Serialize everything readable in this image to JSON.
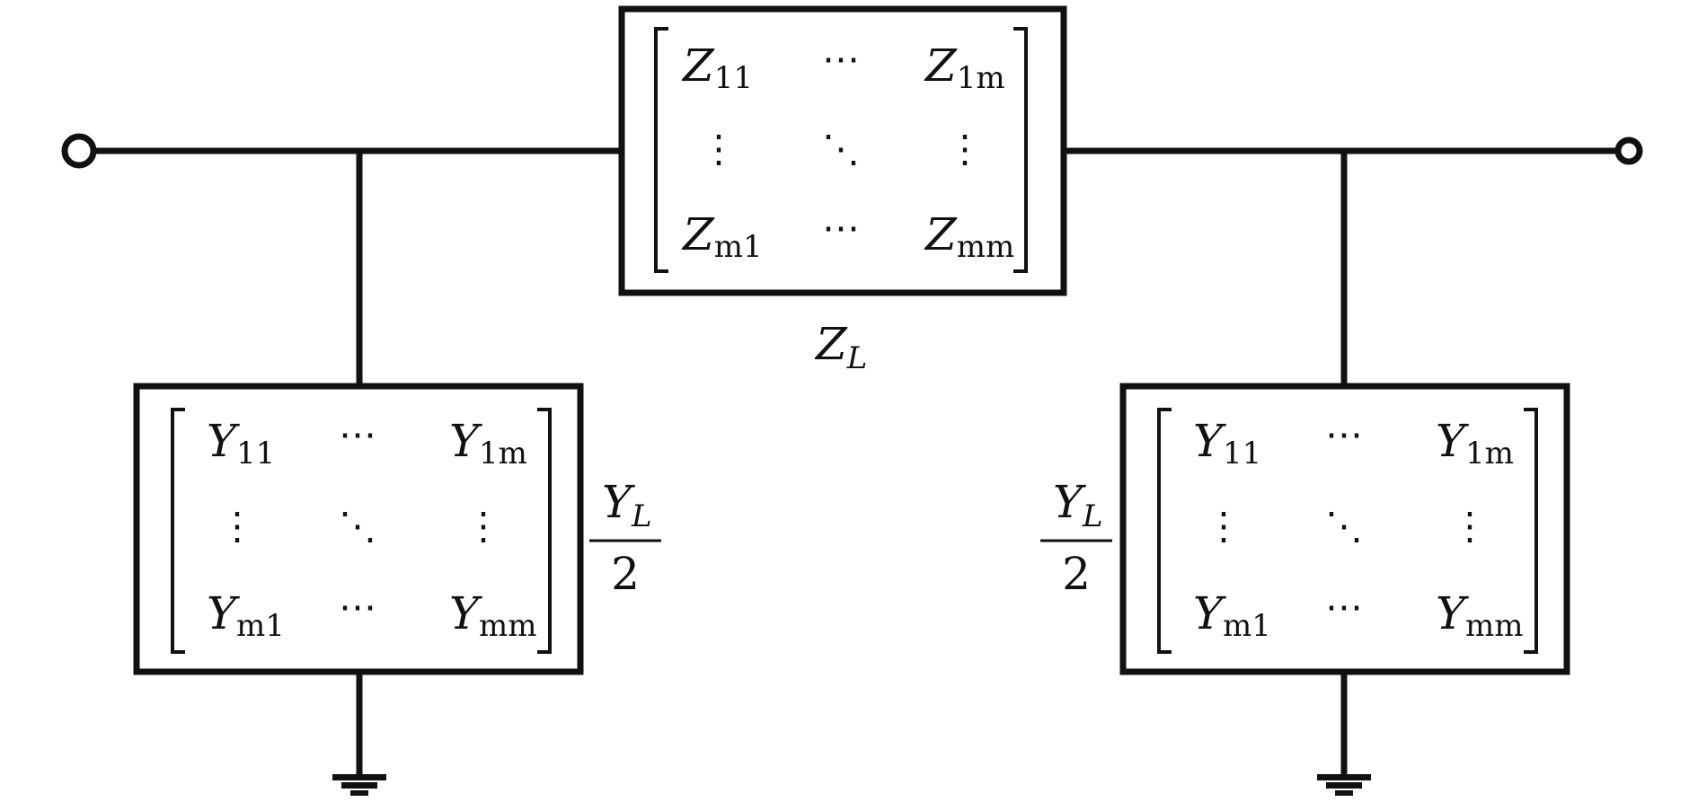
{
  "series_block": {
    "symbol": "Z",
    "entries": {
      "top_left": {
        "sub": "11"
      },
      "top_right": {
        "sub": "1m"
      },
      "bottom_left": {
        "sub": "m1"
      },
      "bottom_right": {
        "sub": "mm"
      }
    },
    "label": {
      "symbol": "Z",
      "sub": "L"
    }
  },
  "shunt_left": {
    "symbol": "Y",
    "entries": {
      "top_left": {
        "sub": "11"
      },
      "top_right": {
        "sub": "1m"
      },
      "bottom_left": {
        "sub": "m1"
      },
      "bottom_right": {
        "sub": "mm"
      }
    },
    "label": {
      "symbol": "Y",
      "sub": "L",
      "denominator": "2"
    }
  },
  "shunt_right": {
    "symbol": "Y",
    "entries": {
      "top_left": {
        "sub": "11"
      },
      "top_right": {
        "sub": "1m"
      },
      "bottom_left": {
        "sub": "m1"
      },
      "bottom_right": {
        "sub": "mm"
      }
    },
    "label": {
      "symbol": "Y",
      "sub": "L",
      "denominator": "2"
    }
  },
  "glyphs": {
    "hdots": "⋯",
    "vdots": "⋮",
    "ddots": "⋱"
  }
}
